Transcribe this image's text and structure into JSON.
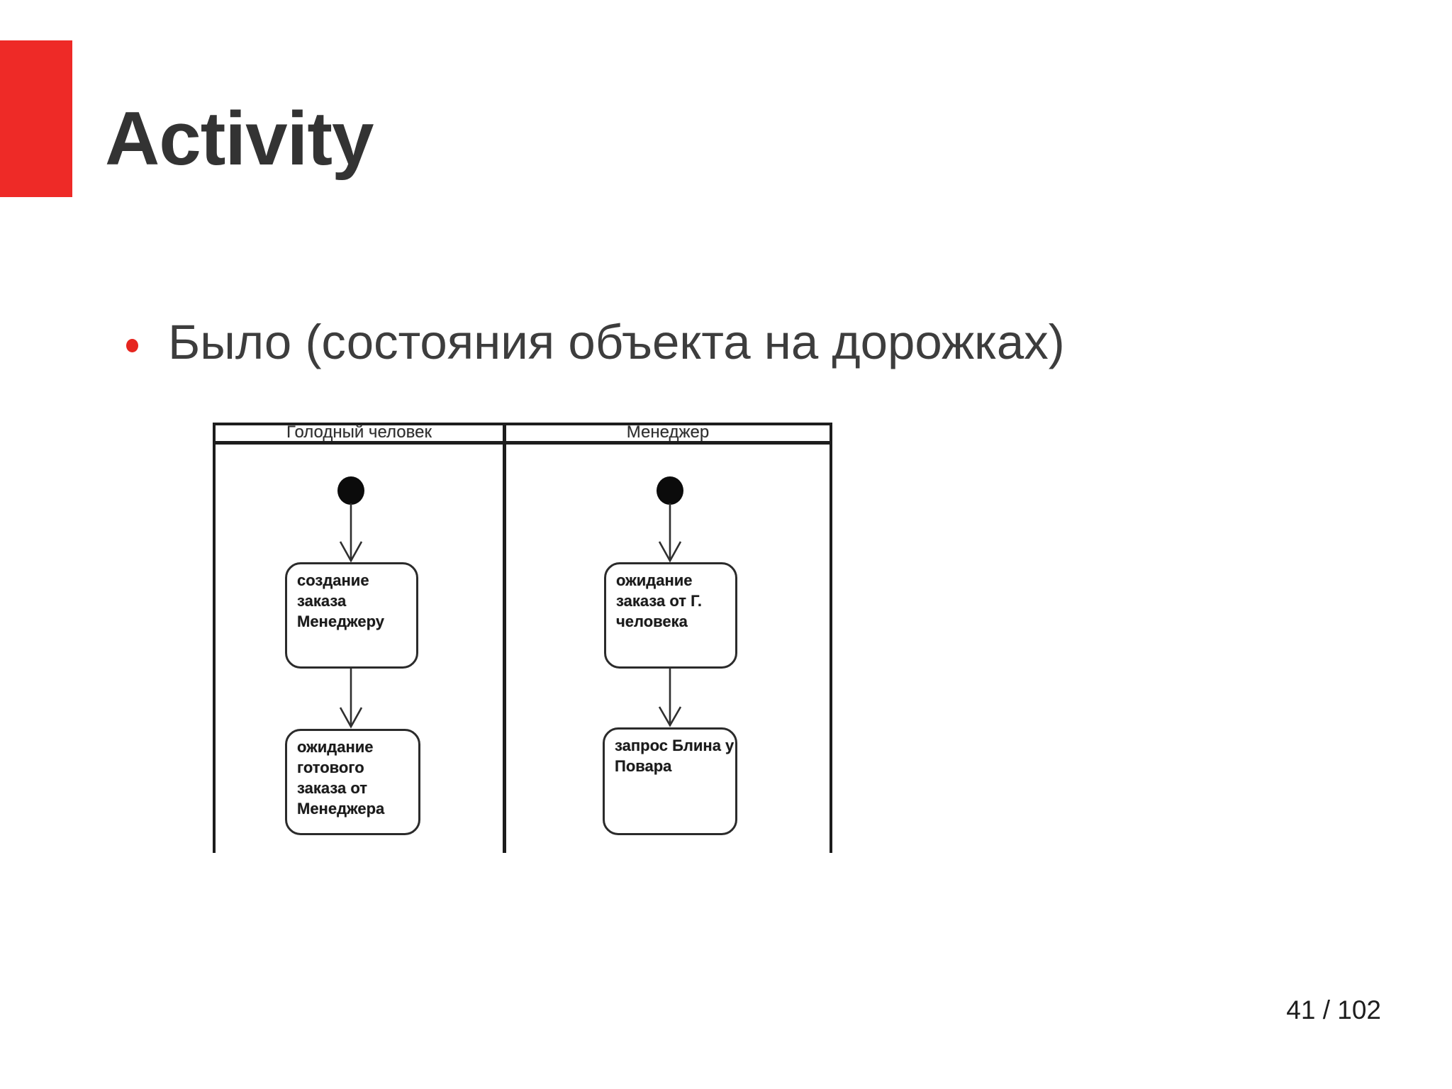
{
  "slide": {
    "title": "Activity",
    "bullet_text": "Было (состояния объекта на дорожках)",
    "page_number": "41 / 102",
    "accent_color": "#ee2a27"
  },
  "diagram": {
    "type": "uml-activity-swimlanes",
    "lanes": [
      {
        "header": "Голодный человек",
        "nodes": [
          {
            "lines": [
              "создание",
              "заказа",
              "Менеджеру"
            ]
          },
          {
            "lines": [
              "ожидание",
              "готового",
              "заказа от",
              "Менеджера"
            ]
          }
        ]
      },
      {
        "header": "Менеджер",
        "nodes": [
          {
            "lines": [
              "ожидание",
              "заказа от Г.",
              "человека"
            ]
          },
          {
            "lines": [
              "запрос Блина у",
              "Повара"
            ]
          }
        ]
      }
    ]
  }
}
